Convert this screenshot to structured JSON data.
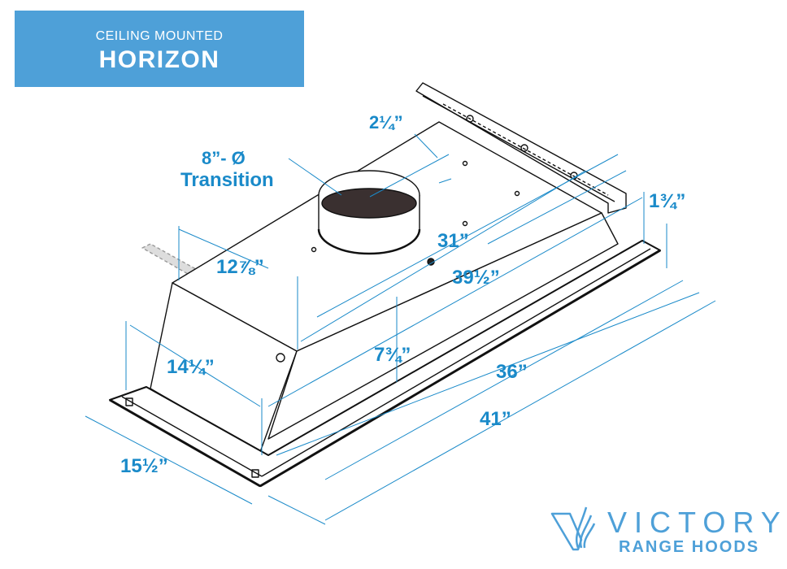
{
  "banner": {
    "subtitle": "CEILING MOUNTED",
    "title": "HORIZON",
    "background_color": "#4ea0d8"
  },
  "diagram": {
    "subject": "Ceiling mounted range hood insert with dimensions",
    "dimension_color": "#1a8ac9",
    "dimensions": {
      "duct_diameter": "8”- Ø",
      "duct_label": "Transition",
      "duct_offset": "2¼”",
      "top_length": "31”",
      "body_length": "39½”",
      "top_depth": "12⅞”",
      "body_height": "7¾”",
      "body_depth": "14¼”",
      "flange_height": "1¾”",
      "inner_length": "36”",
      "outer_length": "41”",
      "outer_depth": "15½”"
    }
  },
  "logo": {
    "brand": "VICTORY",
    "tagline": "RANGE HOODS",
    "icon": "flame-v-icon",
    "color": "#4ea0d8"
  }
}
